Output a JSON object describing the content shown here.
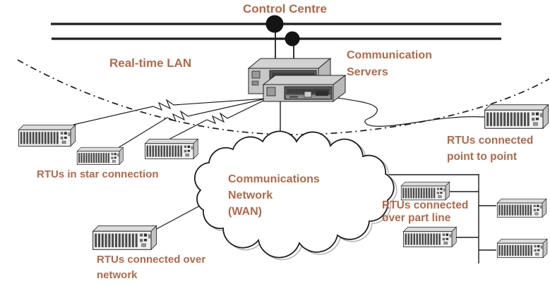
{
  "diagram": {
    "labels": {
      "control_centre": "Control Centre",
      "realtime_lan": "Real-time LAN",
      "comm_servers": [
        "Communication",
        "Servers"
      ],
      "wan": [
        "Communications",
        "Network",
        "(WAN)"
      ],
      "rtus_star": "RTUs in star connection",
      "rtus_p2p": [
        "RTUs connected",
        "point to point"
      ],
      "rtus_partline": [
        "RTUs connected",
        "over part line"
      ],
      "rtus_network": [
        "RTUs connected over",
        "network"
      ]
    }
  },
  "colors": {
    "background": "#ffffff",
    "label": "#b2684a",
    "line": "#1d1d1d",
    "cloud_shadow": "#b5b5b5",
    "device_front": "#f0f0f0",
    "device_top": "#dcdcdc",
    "device_side": "#c4c4c4",
    "device_slot": "#4b4b4b",
    "server_body": "#c7c7c7",
    "server_top": "#d2d2d2",
    "server_side": "#b9b9b9",
    "server_bay": "#585858"
  }
}
